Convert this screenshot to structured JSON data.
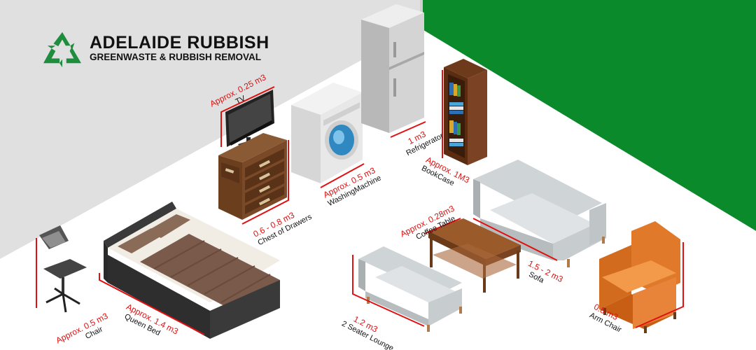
{
  "brand": {
    "name": "ADELAIDE  RUBBISH",
    "tagline": "GREENWASTE & RUBBISH REMOVAL"
  },
  "colors": {
    "wall": "#e0e0e0",
    "accent_green": "#0a8a2a",
    "floor": "#ffffff",
    "label_red": "#e01010",
    "text_dark": "#111111"
  },
  "items": [
    {
      "key": "tv",
      "name": "TV",
      "volume": "Approx. 0.25 m3",
      "icon": "tv-icon"
    },
    {
      "key": "chest",
      "name": "Chest of Drawers",
      "volume": "0.6 - 0.8 m3",
      "icon": "chest-of-drawers-icon"
    },
    {
      "key": "washer",
      "name": "WashingMachine",
      "volume": "Approx. 0.5 m3",
      "icon": "washing-machine-icon"
    },
    {
      "key": "fridge",
      "name": "Refrigerator",
      "volume": "1 m3",
      "icon": "refrigerator-icon"
    },
    {
      "key": "bookcase",
      "name": "BookCase",
      "volume": "Approx. 1M3",
      "icon": "bookcase-icon"
    },
    {
      "key": "sofa",
      "name": "Sofa",
      "volume": "1.5 - 2 m3",
      "icon": "sofa-icon"
    },
    {
      "key": "coffee",
      "name": "Coffee Table",
      "volume": "Approx. 0.28m3",
      "icon": "coffee-table-icon"
    },
    {
      "key": "armchair",
      "name": "Arm Chair",
      "volume": "0.8 m3",
      "icon": "arm-chair-icon"
    },
    {
      "key": "lounge",
      "name": "2 Seater Lounge",
      "volume": "1.2 m3",
      "icon": "two-seater-lounge-icon"
    },
    {
      "key": "bed",
      "name": "Queen Bed",
      "volume": "Approx. 1.4 m3",
      "icon": "queen-bed-icon"
    },
    {
      "key": "chair",
      "name": "Chair",
      "volume": "Approx. 0.5 m3",
      "icon": "office-chair-icon"
    }
  ]
}
